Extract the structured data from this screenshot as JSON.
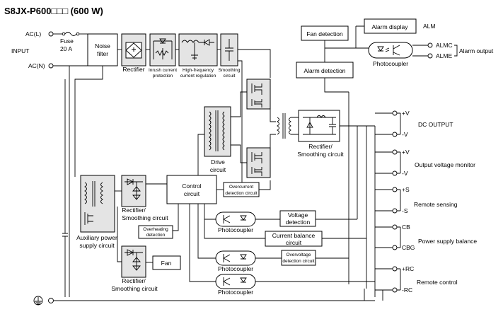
{
  "title": "S8JX-P600□□□ (600 W)",
  "input": {
    "label": "INPUT",
    "ac_l": "AC(L)",
    "ac_n": "AC(N)",
    "fuse_label": "Fuse",
    "fuse_value": "20 A"
  },
  "blocks": {
    "noise_filter_1": "Noise",
    "noise_filter_2": "filter",
    "rectifier": "Rectifier",
    "inrush_1": "Inrush current",
    "inrush_2": "protection",
    "hf_1": "High-frequency",
    "hf_2": "current regulation",
    "smooth_1": "Smoothing",
    "smooth_2": "circuit",
    "drive_1": "Drive",
    "drive_2": "circuit",
    "out_rect_1": "Rectifier/",
    "out_rect_2": "Smoothing circuit",
    "fan_detection": "Fan detection",
    "alarm_display": "Alarm display",
    "alm": "ALM",
    "alarm_detection": "Alarm detection",
    "photocoupler": "Photocoupler",
    "control_1": "Control",
    "control_2": "circuit",
    "overcurrent_1": "Overcurrent",
    "overcurrent_2": "detection circuit",
    "aux_1": "Auxiliary power",
    "aux_2": "supply circuit",
    "aux_rect_1": "Rectifier/",
    "aux_rect_2": "Smoothing circuit",
    "overheat_1": "Overheating",
    "overheat_2": "detection",
    "fan": "Fan",
    "fan_rect_1": "Rectifier/",
    "fan_rect_2": "Smoothing circuit",
    "voltage_det_1": "Voltage",
    "voltage_det_2": "detection",
    "current_bal_1": "Current balance",
    "current_bal_2": "circuit",
    "overvolt_1": "Overvoltage",
    "overvolt_2": "detection circuit"
  },
  "terminals": {
    "almc": "ALMC",
    "alme": "ALME",
    "alarm_output": "Alarm output",
    "vplus1": "+V",
    "vminus1": "-V",
    "dc_output": "DC OUTPUT",
    "vplus2": "+V",
    "vminus2": "-V",
    "voltage_monitor": "Output voltage monitor",
    "splus": "+S",
    "sminus": "-S",
    "remote_sensing": "Remote sensing",
    "cb": "CB",
    "cbg": "CBG",
    "psb": "Power supply balance",
    "rcplus": "+RC",
    "rcminus": "-RC",
    "remote_control": "Remote control"
  }
}
